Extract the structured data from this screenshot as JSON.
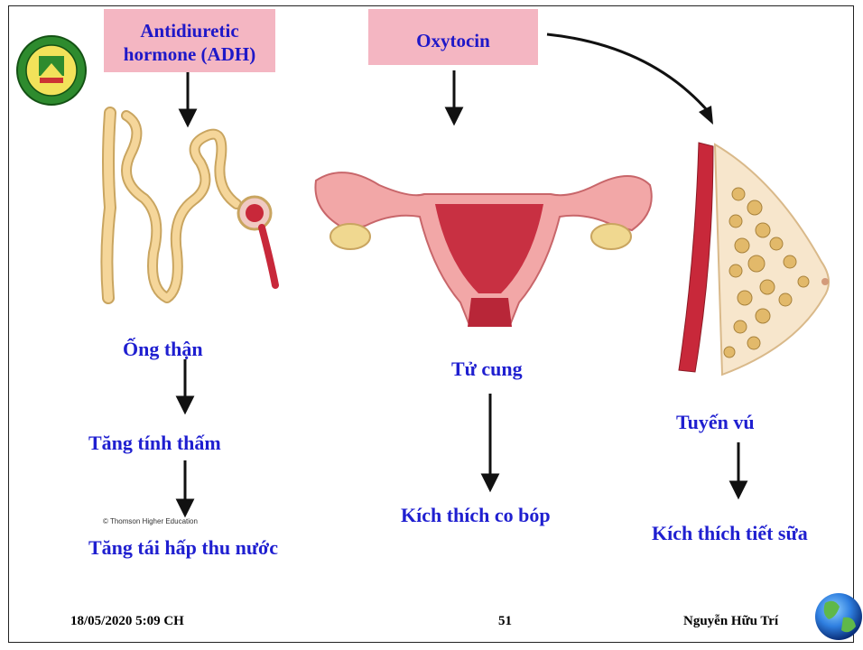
{
  "boxes": {
    "adh_line1": "Antidiuretic",
    "adh_line2": "hormone (ADH)",
    "oxytocin": "Oxytocin"
  },
  "labels": {
    "kidney_tubule": "Ống thận",
    "increase_permeability": "Tăng tính thấm",
    "increase_reabsorption": "Tăng tái hấp thu nước",
    "uterus": "Tử cung",
    "contraction": "Kích thích co bóp",
    "mammary_gland": "Tuyến vú",
    "milk_ejection": "Kích thích tiết sữa"
  },
  "credit": "© Thomson Higher Education",
  "footer": {
    "datetime": "18/05/2020 5:09 CH",
    "page": "51",
    "author": "Nguyễn Hữu Trí"
  },
  "colors": {
    "box_fill": "#f4b6c2",
    "label_text": "#1f1fd0"
  },
  "icons": {
    "logo": "university-seal",
    "globe": "earth-globe"
  }
}
